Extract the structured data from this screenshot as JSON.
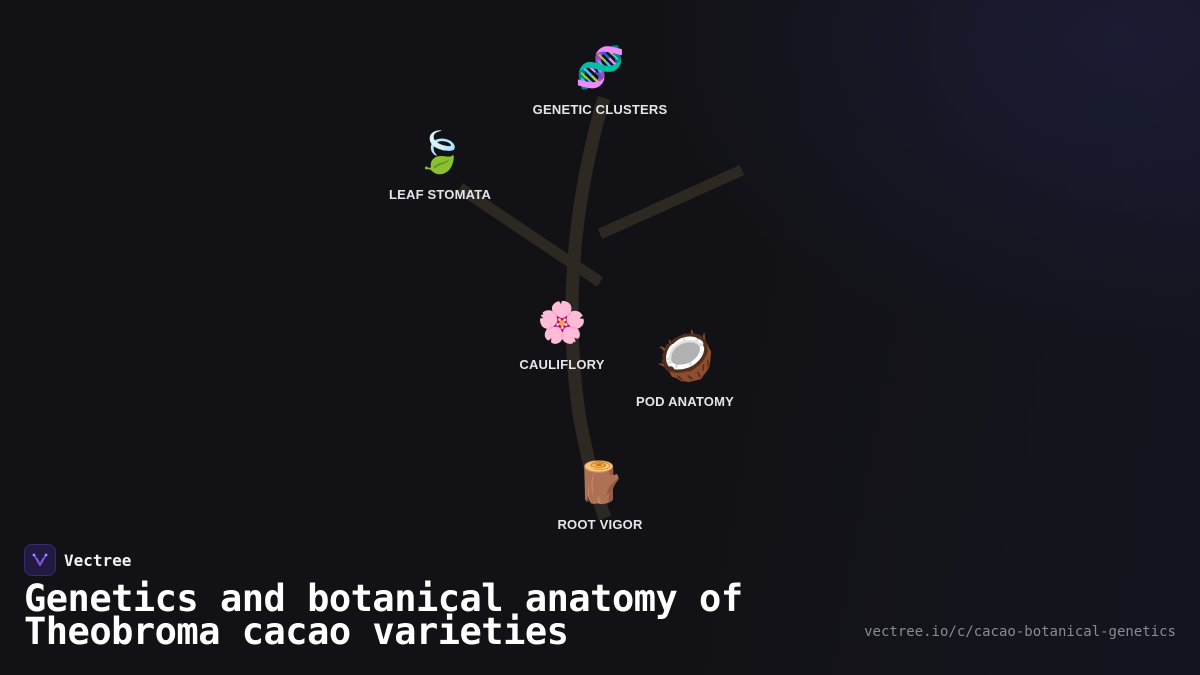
{
  "brand": {
    "name": "Vectree",
    "logo_icon": "branching-tree-icon",
    "accent": "#8b5cf6"
  },
  "title": {
    "line1": "Genetics and botanical anatomy of",
    "line2": "Theobroma cacao varieties"
  },
  "url": "vectree.io/c/cacao-botanical-genetics",
  "tree": {
    "branch_color": "#2e2822",
    "nodes": [
      {
        "id": "genetic-clusters",
        "label": "GENETIC CLUSTERS",
        "emoji": "🧬",
        "icon": "dna-icon"
      },
      {
        "id": "leaf-stomata",
        "label": "LEAF STOMATA",
        "emoji": "🍃",
        "icon": "leaf-icon"
      },
      {
        "id": "cauliflory",
        "label": "CAULIFLORY",
        "emoji": "🌸",
        "icon": "blossom-icon"
      },
      {
        "id": "pod-anatomy",
        "label": "POD ANATOMY",
        "emoji": "🥥",
        "icon": "coconut-icon"
      },
      {
        "id": "root-vigor",
        "label": "ROOT VIGOR",
        "emoji": "🪵",
        "icon": "wood-log-icon"
      }
    ]
  }
}
